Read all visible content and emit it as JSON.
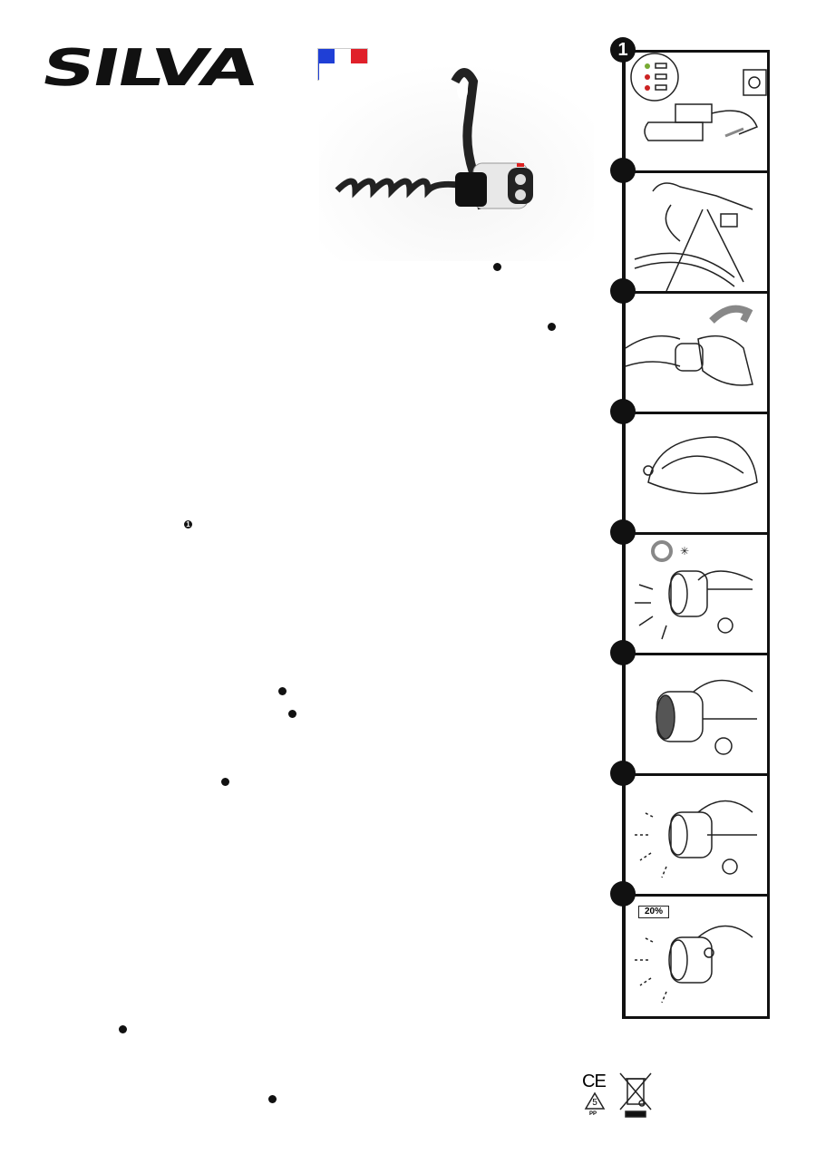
{
  "brand": {
    "logo_text": "SILVA"
  },
  "flag": {
    "colors": [
      "#1f3fd6",
      "#ffffff",
      "#e0202a"
    ]
  },
  "steps": [
    {
      "number": "1",
      "icon": "charging-icon"
    },
    {
      "number": "",
      "icon": "handlebar-mount-icon"
    },
    {
      "number": "",
      "icon": "attach-lamp-icon"
    },
    {
      "number": "",
      "icon": "helmet-mount-icon"
    },
    {
      "number": "",
      "icon": "mode-cycle-icon"
    },
    {
      "number": "",
      "icon": "press-button-icon"
    },
    {
      "number": "",
      "icon": "hold-button-icon"
    },
    {
      "number": "",
      "icon": "battery-warning-icon",
      "battery_label": "20%"
    }
  ],
  "inline_refs": [
    {
      "label": ""
    },
    {
      "label": ""
    },
    {
      "label": "1"
    },
    {
      "label": ""
    },
    {
      "label": ""
    },
    {
      "label": ""
    },
    {
      "label": ""
    },
    {
      "label": ""
    }
  ],
  "compliance": {
    "ce": "CE",
    "recycle_number": "5",
    "recycle_material": "PP"
  }
}
